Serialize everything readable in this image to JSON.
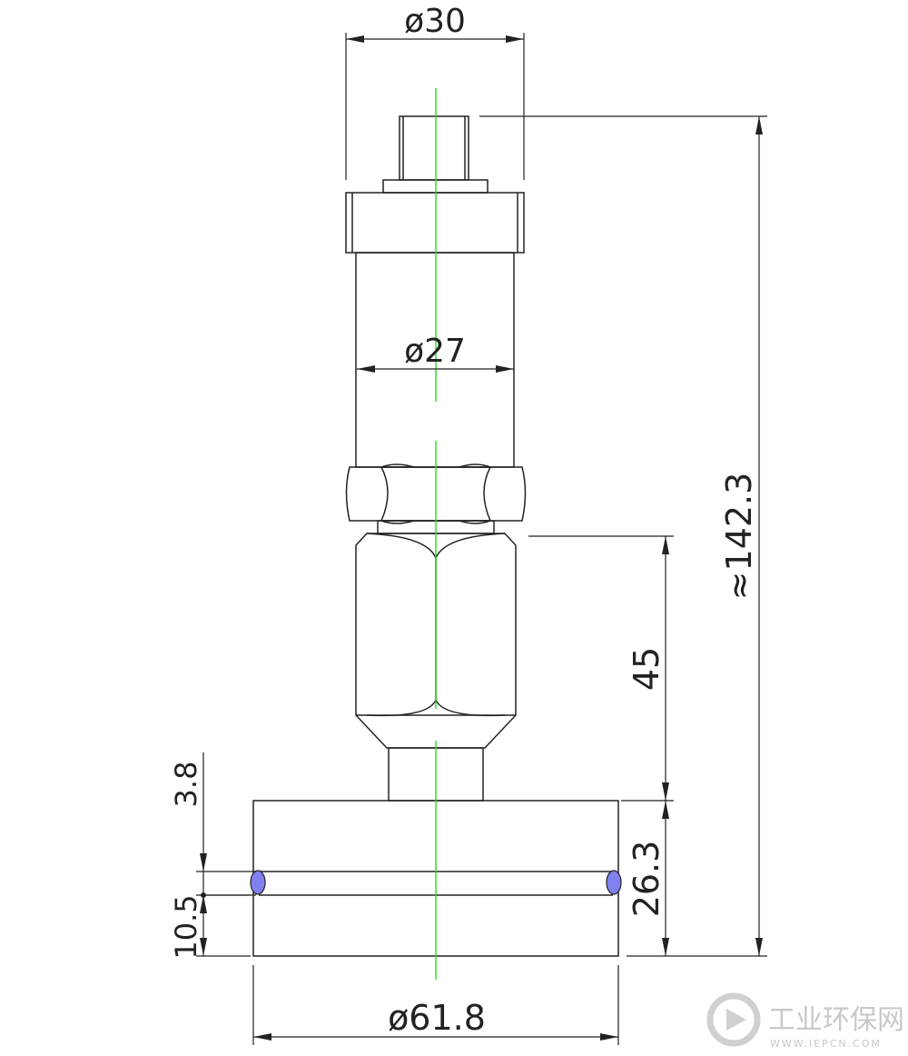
{
  "drawing": {
    "dimensions": {
      "top_diameter": "ø30",
      "body_diameter": "ø27",
      "base_diameter": "ø61.8",
      "overall_height": "≈142.3",
      "hex_to_base_height": "45",
      "base_height": "26.3",
      "groove_offset_top": "3.8",
      "groove_offset_bottom": "10.5"
    },
    "colors": {
      "line": "#222222",
      "centerline": "#22dd22",
      "oring": "#8080f0"
    }
  },
  "watermark": {
    "brand": "工业环保网",
    "url": "WWW.IEPCN.COM"
  }
}
